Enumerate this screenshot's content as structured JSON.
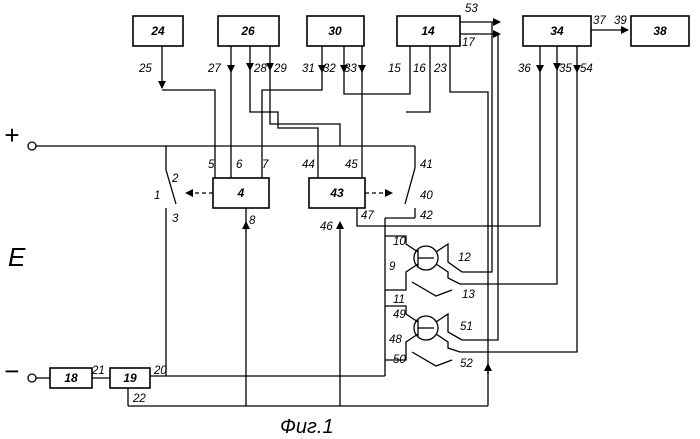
{
  "caption": "Фиг.1",
  "supply": {
    "plus": "+",
    "minus": "−",
    "source": "E"
  },
  "blocks": {
    "b24": "24",
    "b26": "26",
    "b30": "30",
    "b14": "14",
    "b34": "34",
    "b38": "38",
    "b4": "4",
    "b43": "43",
    "b18": "18",
    "b19": "19"
  },
  "labels": {
    "l1": "1",
    "l2": "2",
    "l3": "3",
    "l5": "5",
    "l6": "6",
    "l7": "7",
    "l8": "8",
    "l9": "9",
    "l10": "10",
    "l11": "11",
    "l12": "12",
    "l13": "13",
    "l15": "15",
    "l16": "16",
    "l17": "17",
    "l20": "20",
    "l21": "21",
    "l22": "22",
    "l23": "23",
    "l25": "25",
    "l27": "27",
    "l28": "28",
    "l29": "29",
    "l31": "31",
    "l32": "32",
    "l33": "33",
    "l35": "35",
    "l36": "36",
    "l37": "37",
    "l39": "39",
    "l40": "40",
    "l41": "41",
    "l42": "42",
    "l44": "44",
    "l45": "45",
    "l46": "46",
    "l47": "47",
    "l48": "48",
    "l49": "49",
    "l50": "50",
    "l51": "51",
    "l52": "52",
    "l53": "53",
    "l54": "54"
  }
}
